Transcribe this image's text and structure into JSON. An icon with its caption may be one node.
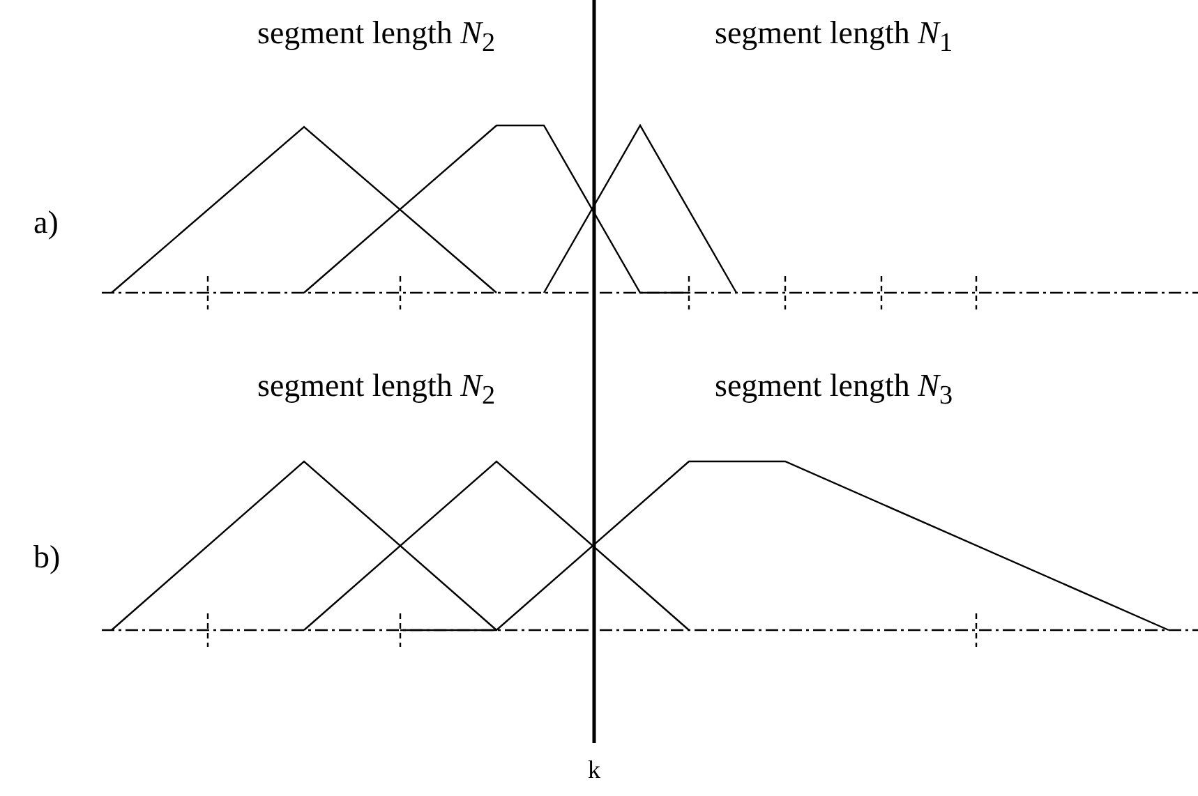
{
  "diagram": {
    "labels": [
      "segment length *N*$_{2}$",
      "segment length *N*$_{1}$",
      "a)",
      "segment length *N*$_{2}$",
      "segment length *N*$_{3}$",
      "b)",
      "k"
    ]
  }
}
